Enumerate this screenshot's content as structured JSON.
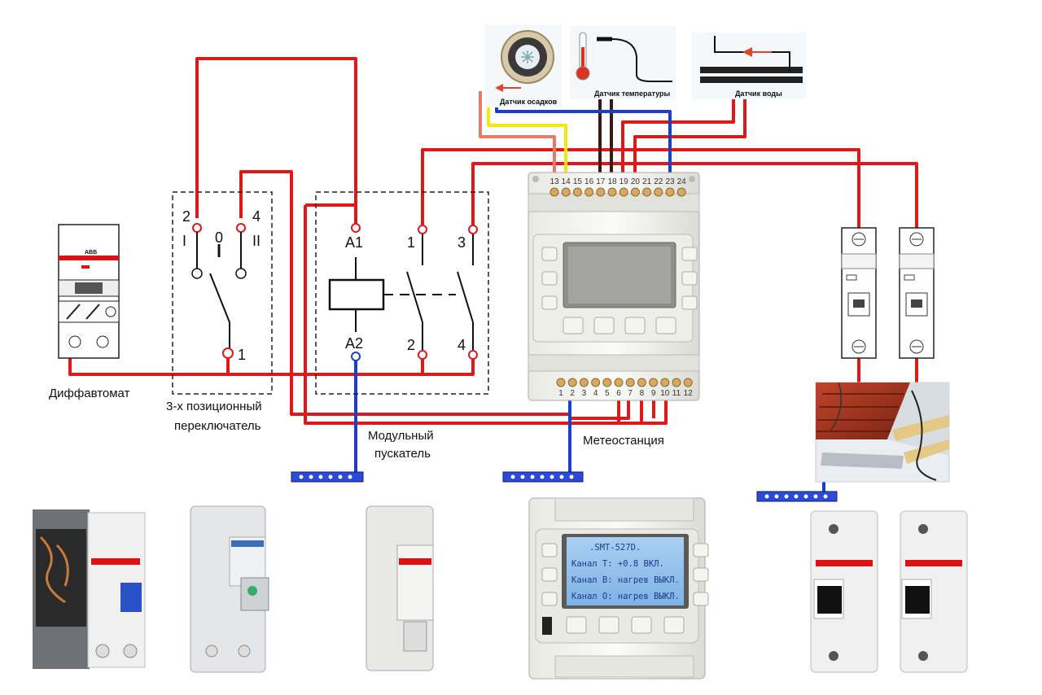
{
  "labels": {
    "diff_breaker": "Диффавтомат",
    "switch_line1": "3-х позиционный",
    "switch_line2": "переключатель",
    "contactor_line1": "Модульный",
    "contactor_line2": "пускатель",
    "weather_station": "Метеостанция",
    "sensor_precip": "Датчик осадков",
    "sensor_temp": "Датчик температуры",
    "sensor_water": "Датчик  воды"
  },
  "switch_marks": {
    "t2": "2",
    "t4": "4",
    "pos1": "I",
    "pos0": "0",
    "pos2": "II",
    "t1": "1"
  },
  "contactor_marks": {
    "a1": "A1",
    "a2": "A2",
    "c1": "1",
    "c2": "2",
    "c3": "3",
    "c4": "4"
  },
  "station_top_terminals": [
    "13",
    "14",
    "15",
    "16",
    "17",
    "18",
    "19",
    "20",
    "21",
    "22",
    "23",
    "24"
  ],
  "station_bottom_terminals": [
    "1",
    "2",
    "3",
    "4",
    "5",
    "6",
    "7",
    "8",
    "9",
    "10",
    "11",
    "12"
  ],
  "lcd": {
    "line1": ".SMT-527D.",
    "line2": "Канал T:  +0.8  ВКЛ.",
    "line3": "Канал B: нагрев ВЫКЛ.",
    "line4": "Канал O: нагрев ВЫКЛ."
  },
  "brand": "ABB",
  "colors": {
    "phase": "#e01818",
    "neutral": "#1b3fc8",
    "signal_yellow": "#f5e60c",
    "signal_brown": "#3b1a10",
    "signal_pink": "#e87a6a"
  }
}
